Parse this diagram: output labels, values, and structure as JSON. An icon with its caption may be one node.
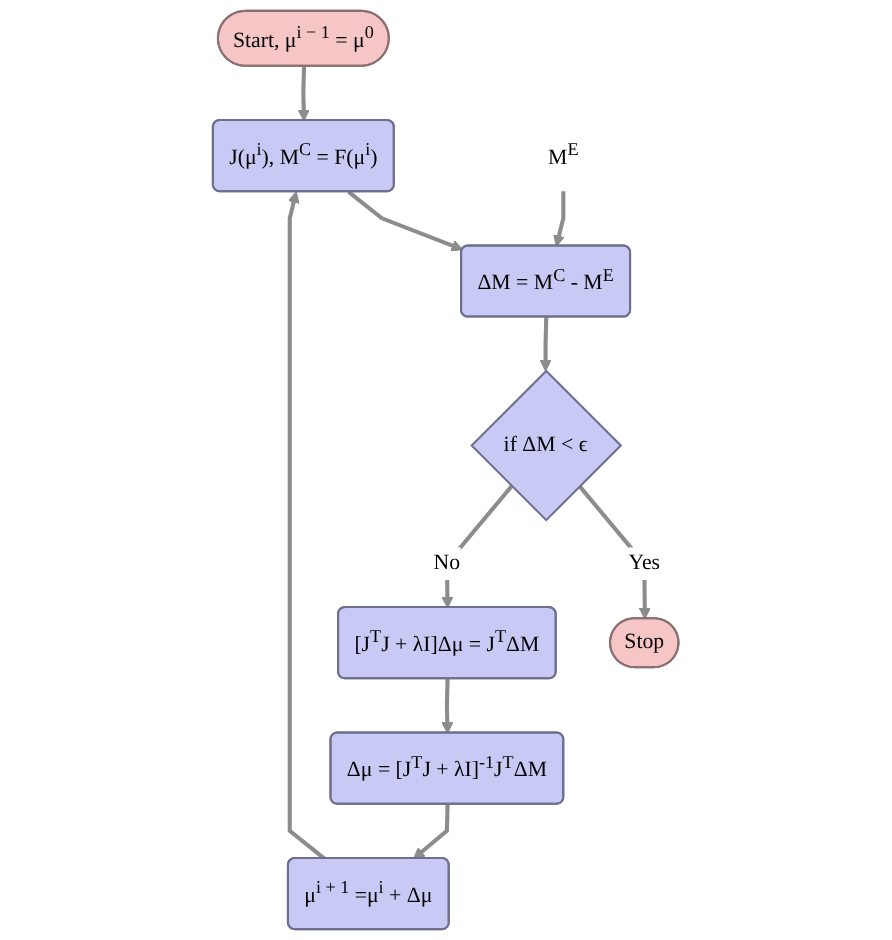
{
  "diagram": {
    "nodes": [
      {
        "text": [
          "Start, μ$^{i − 1}$ = μ$^{0}$"
        ]
      },
      {
        "text": [
          "J(μ$^{i}$), M$^{C}$ = F(μ$^{i}$)"
        ]
      },
      {
        "text": [
          "ΔM = M$^{C}$ - M$^{E}$"
        ]
      },
      {
        "text": [
          "M$^{E}$"
        ]
      },
      {
        "text": [
          "μ$^{i + 1}$ =μ$^{i}$ + Δμ"
        ]
      },
      {
        "text": [
          "if ΔM < ϵ"
        ]
      },
      {
        "text": [
          "Stop"
        ]
      },
      {
        "text": [
          "[J$^{T}$J + λI]Δμ = J$^{T}$ΔM"
        ]
      },
      {
        "text": [
          "Δμ = [J$^{T}$J + λI]$^{-1}$J$^{T}$ΔM"
        ]
      }
    ],
    "edges": [
      {
        "from": 0,
        "to": 1,
        "arrow": "to"
      },
      {
        "from": 1,
        "to": 2,
        "arrow": "to"
      },
      {
        "from": 3,
        "to": 2,
        "arrow": "to"
      },
      {
        "from": 2,
        "to": 5,
        "arrow": "to"
      },
      {
        "from": 5,
        "to": 6,
        "arrow": "to",
        "label": "Yes"
      },
      {
        "from": 5,
        "to": 7,
        "arrow": "to",
        "label": "No"
      },
      {
        "from": 7,
        "to": 8,
        "arrow": "to"
      },
      {
        "from": 8,
        "to": 4,
        "arrow": "to"
      },
      {
        "from": 4,
        "to": 1,
        "arrow": "to"
      }
    ]
  }
}
